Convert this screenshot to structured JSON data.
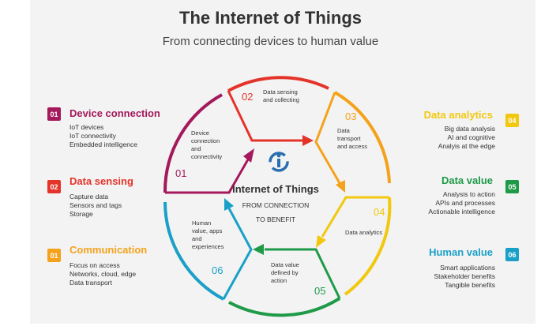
{
  "header": {
    "title": "The Internet of Things",
    "subtitle": "From connecting devices to human value"
  },
  "center": {
    "title": "Internet of Things",
    "line1": "FROM CONNECTION",
    "line2": "TO BENEFIT"
  },
  "colors": {
    "magenta": "#a3195b",
    "red": "#e4342a",
    "orange": "#f4a21b",
    "yellow": "#f2c80f",
    "green": "#1e9a48",
    "teal": "#1aa0c8",
    "logo_blue": "#2a6fb0"
  },
  "icons": {
    "logo": "iot-logo-icon"
  },
  "segments": [
    {
      "num": "01",
      "label": "Device connection and connectivity",
      "lines": [
        "Device",
        "connection",
        "and",
        "connectivity"
      ]
    },
    {
      "num": "02",
      "label": "Data sensing and collecting",
      "lines": [
        "Data sensing",
        "and collecting"
      ]
    },
    {
      "num": "03",
      "label": "Data transport and access",
      "lines": [
        "Data",
        "transport",
        "and access"
      ]
    },
    {
      "num": "04",
      "label": "Data analytics",
      "lines": [
        "Data analytics"
      ]
    },
    {
      "num": "05",
      "label": "Data value defined by action",
      "lines": [
        "Data value",
        "defined by",
        "action"
      ]
    },
    {
      "num": "06",
      "label": "Human value, apps and experiences",
      "lines": [
        "Human",
        "value, apps",
        "and",
        "experiences"
      ]
    }
  ],
  "left": [
    {
      "num": "01",
      "title": "Device connection",
      "items": [
        "IoT devices",
        "IoT connectivity",
        "Embedded intelligence"
      ]
    },
    {
      "num": "02",
      "title": "Data sensing",
      "items": [
        "Capture data",
        "Sensors and tags",
        "Storage"
      ]
    },
    {
      "num": "01",
      "title": "Communication",
      "items": [
        "Focus on access",
        "Networks, cloud, edge",
        "Data transport"
      ]
    }
  ],
  "right": [
    {
      "num": "04",
      "title": "Data analytics",
      "items": [
        "Big data analysis",
        "AI and cognitive",
        "Analyis at the edge"
      ]
    },
    {
      "num": "05",
      "title": "Data value",
      "items": [
        "Analysis to action",
        "APIs and processes",
        "Actionable intelligence"
      ]
    },
    {
      "num": "06",
      "title": "Human value",
      "items": [
        "Smart applications",
        "Stakeholder benefits",
        "Tangible benefits"
      ]
    }
  ]
}
